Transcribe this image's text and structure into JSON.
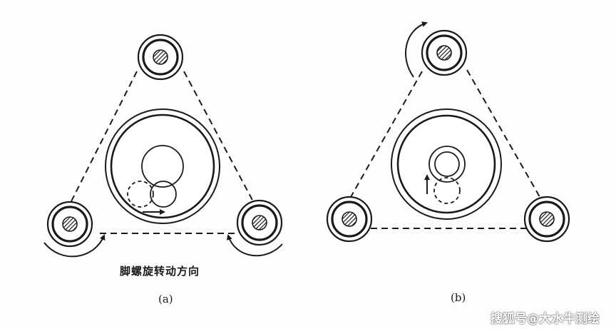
{
  "diagram": {
    "panel_a": {
      "label": "(a)",
      "caption": "脚螺旋转动方向"
    },
    "panel_b": {
      "label": "(b)"
    }
  },
  "watermark": {
    "text": "搜狐号@大水牛测绘"
  },
  "colors": {
    "stroke": "#1a1a1a",
    "background": "#fdfdfd"
  }
}
